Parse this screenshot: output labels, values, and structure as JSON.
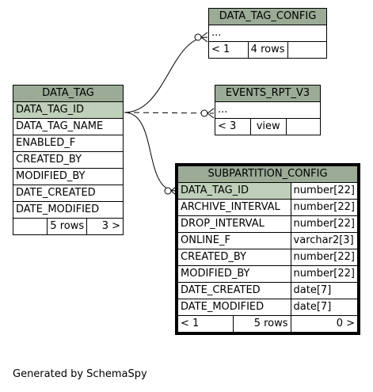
{
  "tables": {
    "data_tag_config": {
      "name": "DATA_TAG_CONFIG",
      "columns": [
        "..."
      ],
      "footer": {
        "left": "< 1",
        "mid": "4 rows"
      }
    },
    "events_rpt_v3": {
      "name": "EVENTS_RPT_V3",
      "columns": [
        "..."
      ],
      "footer": {
        "left": "< 3",
        "mid": "view"
      }
    },
    "data_tag": {
      "name": "DATA_TAG",
      "columns": [
        "DATA_TAG_ID",
        "DATA_TAG_NAME",
        "ENABLED_F",
        "CREATED_BY",
        "MODIFIED_BY",
        "DATE_CREATED",
        "DATE_MODIFIED"
      ],
      "footer": {
        "mid": "5 rows",
        "right": "3 >"
      }
    },
    "subpartition_config": {
      "name": "SUBPARTITION_CONFIG",
      "columns": [
        {
          "name": "DATA_TAG_ID",
          "type": "number[22]"
        },
        {
          "name": "ARCHIVE_INTERVAL",
          "type": "number[22]"
        },
        {
          "name": "DROP_INTERVAL",
          "type": "number[22]"
        },
        {
          "name": "ONLINE_F",
          "type": "varchar2[3]"
        },
        {
          "name": "CREATED_BY",
          "type": "number[22]"
        },
        {
          "name": "MODIFIED_BY",
          "type": "number[22]"
        },
        {
          "name": "DATE_CREATED",
          "type": "date[7]"
        },
        {
          "name": "DATE_MODIFIED",
          "type": "date[7]"
        }
      ],
      "footer": {
        "left": "< 1",
        "mid": "5 rows",
        "right": "0 >"
      }
    }
  },
  "footer_text": "Generated by SchemaSpy"
}
